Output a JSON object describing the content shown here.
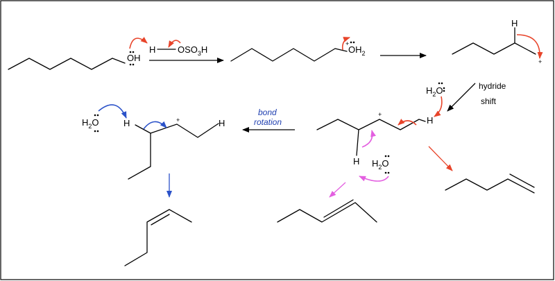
{
  "labels": {
    "oh": "OH",
    "h_acid": "H",
    "oso3h": "OSO",
    "oso3h_sub3": "3",
    "oso3h_h": "H",
    "oh2": "OH",
    "oh2_sub": "2",
    "plus": "+",
    "h_top": "H",
    "h_shift": "H",
    "h_bottom": "H",
    "h_left": "H",
    "h_end": "H",
    "h2o_o": "O",
    "h2o_h": "H",
    "h2o_sub": "2"
  },
  "annotations": {
    "hydride_shift_line1": "hydride",
    "hydride_shift_line2": "shift",
    "bond_rotation_line1": "bond",
    "bond_rotation_line2": "rotation"
  },
  "colors": {
    "red_arrow": "#e8442a",
    "blue_arrow": "#2b52c9",
    "pink_arrow": "#e35fe0",
    "annotation_blue": "#1f3fb0"
  }
}
